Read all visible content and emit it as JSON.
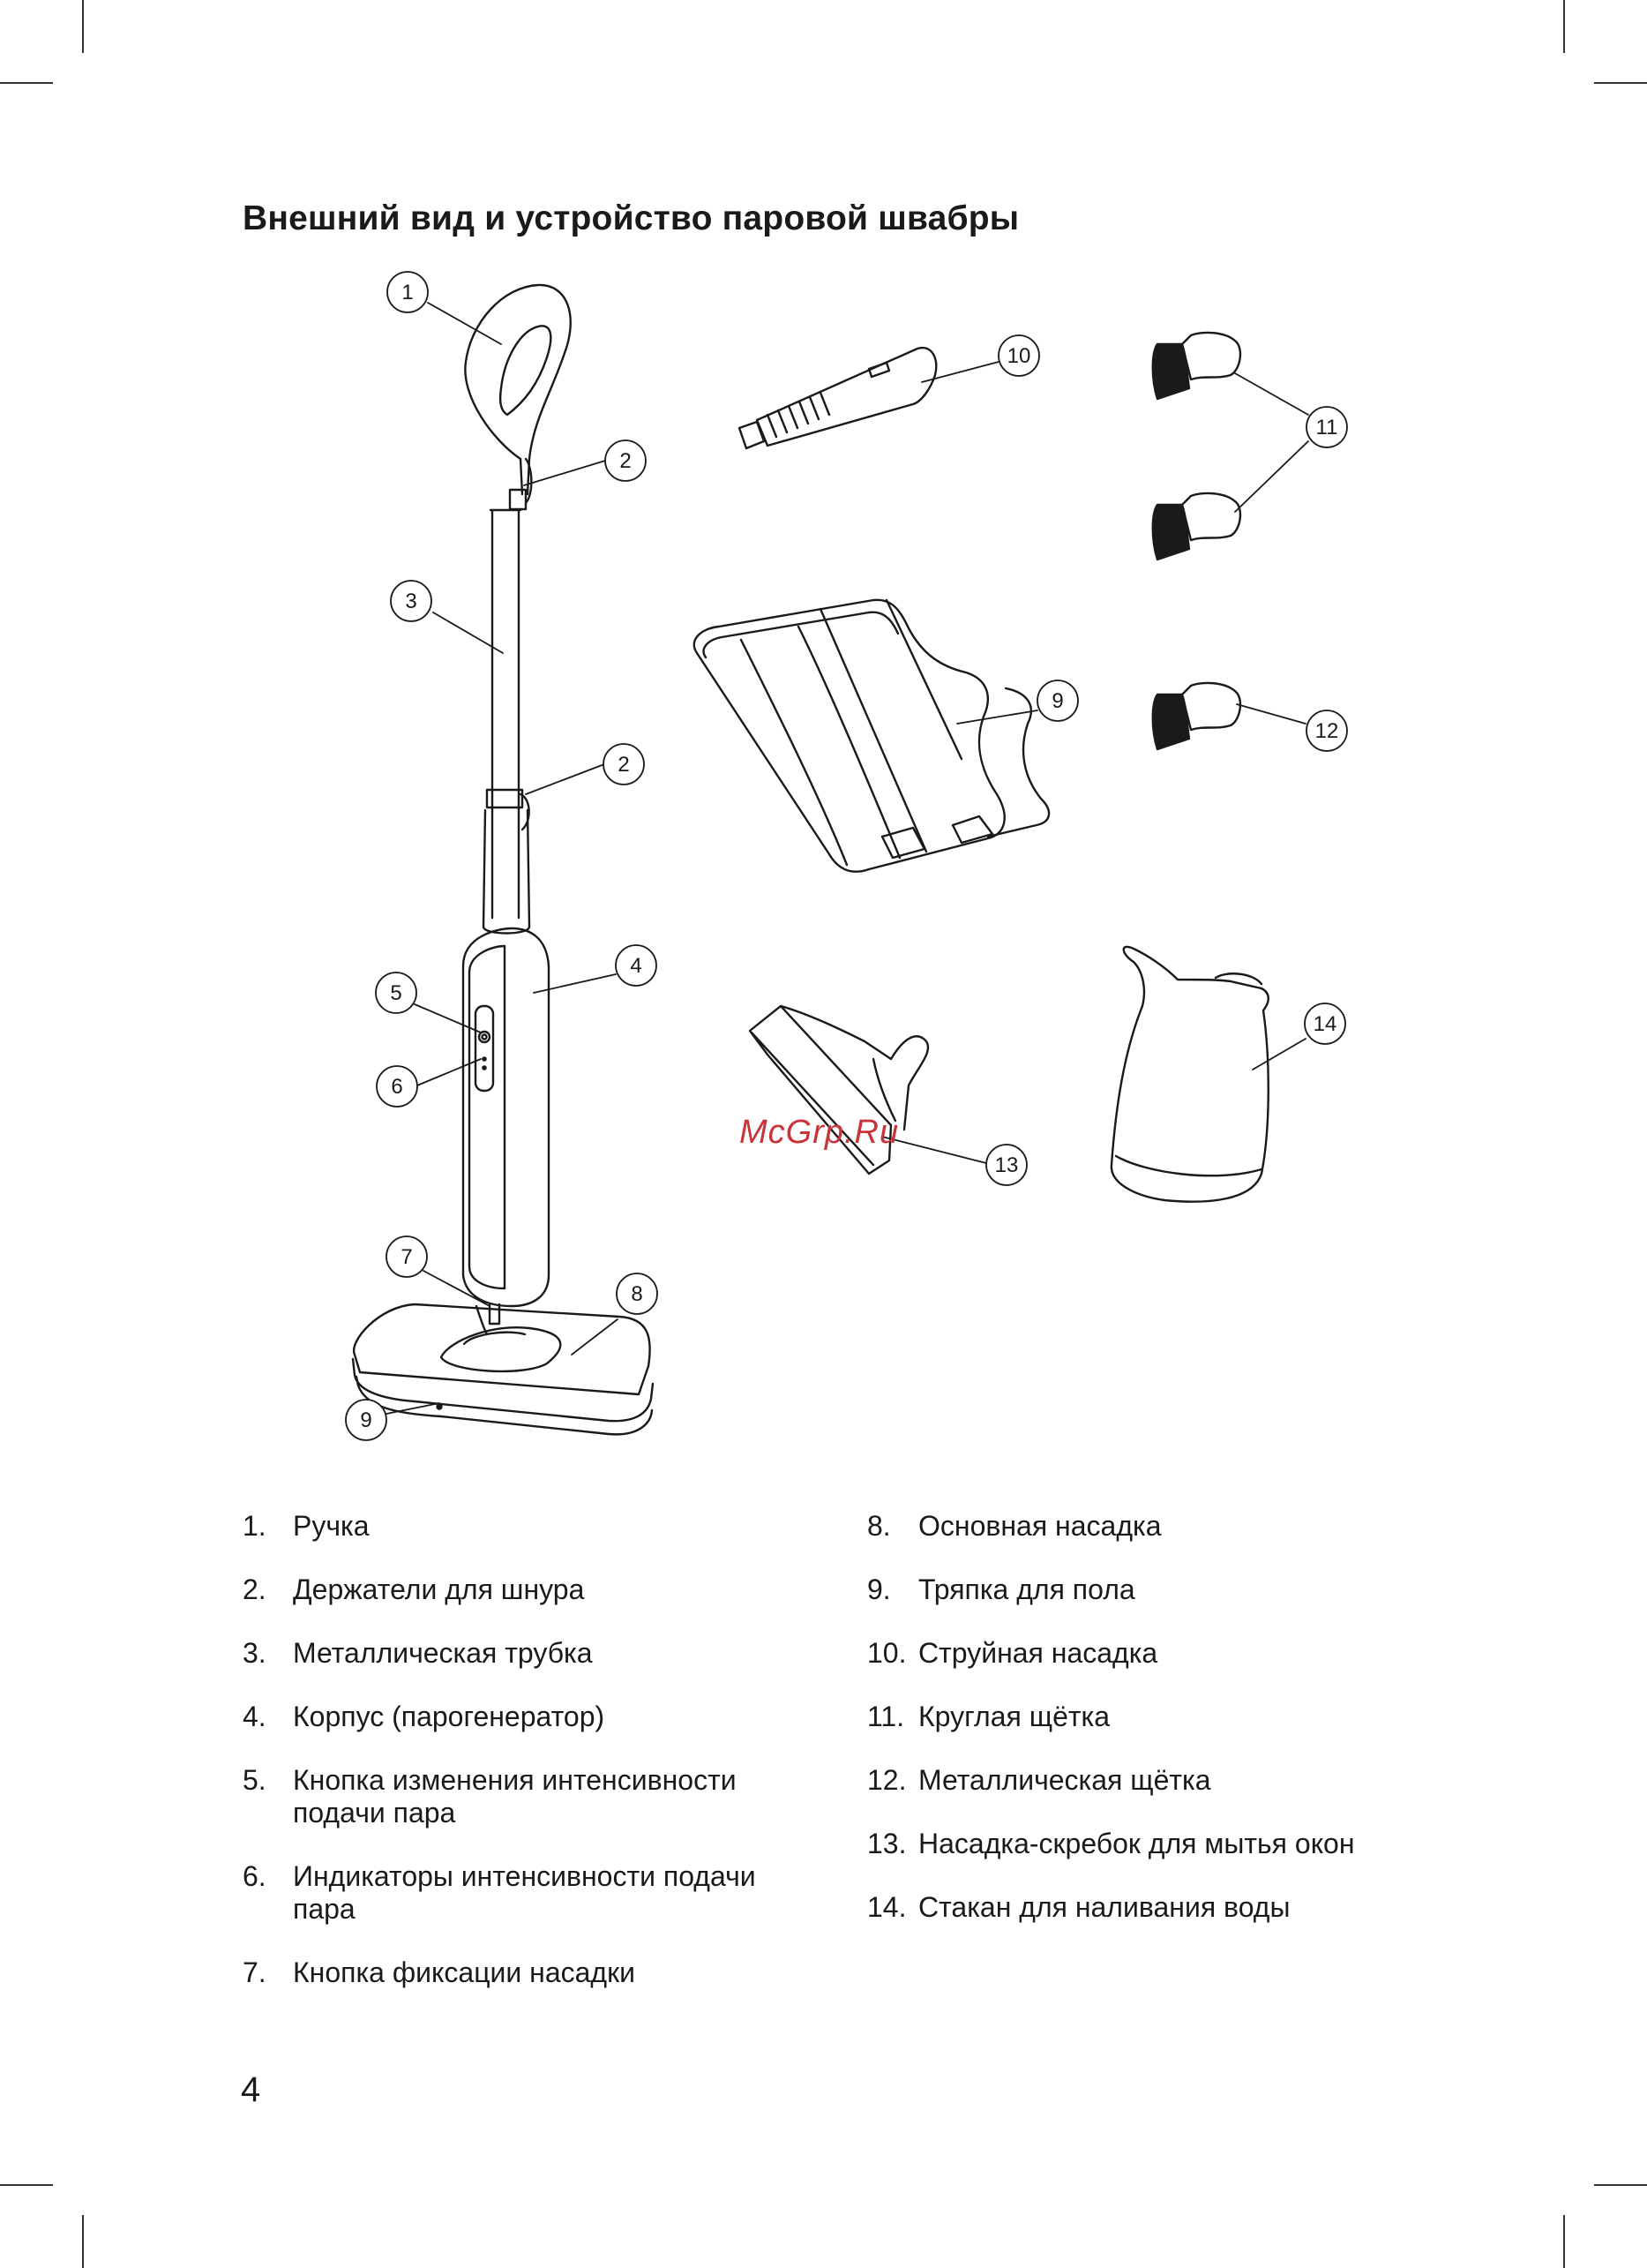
{
  "page": {
    "title": "Внешний вид и устройство паровой швабры",
    "page_number": "4",
    "watermark": "McGrp.Ru"
  },
  "callouts": [
    "1",
    "2",
    "3",
    "2",
    "4",
    "5",
    "6",
    "7",
    "8",
    "9",
    "10",
    "11",
    "9",
    "12",
    "13",
    "14"
  ],
  "legend": {
    "left": [
      {
        "num": "1.",
        "text": "Ручка"
      },
      {
        "num": "2.",
        "text": "Держатели для шнура"
      },
      {
        "num": "3.",
        "text": "Металлическая трубка"
      },
      {
        "num": "4.",
        "text": "Корпус (парогенератор)"
      },
      {
        "num": "5.",
        "text": "Кнопка изменения интенсивности подачи пара"
      },
      {
        "num": "6.",
        "text": "Индикаторы интенсивности подачи пара"
      },
      {
        "num": "7.",
        "text": "Кнопка фиксации насадки"
      }
    ],
    "right": [
      {
        "num": "8.",
        "text": "Основная насадка"
      },
      {
        "num": "9.",
        "text": "Тряпка для пола"
      },
      {
        "num": "10.",
        "text": "Струйная насадка"
      },
      {
        "num": "11.",
        "text": "Круглая щётка"
      },
      {
        "num": "12.",
        "text": "Металлическая щётка"
      },
      {
        "num": "13.",
        "text": "Насадка-скребок для мытья окон"
      },
      {
        "num": "14.",
        "text": "Стакан для наливания воды"
      }
    ]
  }
}
